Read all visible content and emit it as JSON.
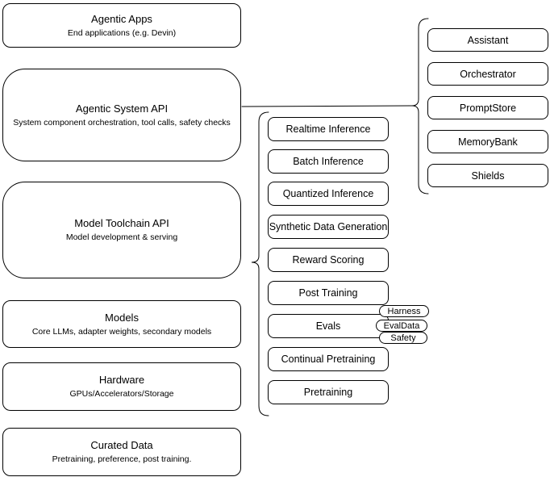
{
  "colors": {
    "stroke": "#000000",
    "fill": "#ffffff",
    "text": "#000000",
    "canvas": "#ffffff"
  },
  "left_stack": {
    "agentic_apps": {
      "title": "Agentic Apps",
      "subtitle": "End applications (e.g. Devin)"
    },
    "agentic_system_api": {
      "title": "Agentic System API",
      "subtitle": "System component orchestration, tool calls, safety checks"
    },
    "model_toolchain_api": {
      "title": "Model Toolchain API",
      "subtitle": "Model development & serving"
    },
    "models": {
      "title": "Models",
      "subtitle": "Core LLMs, adapter weights, secondary models"
    },
    "hardware": {
      "title": "Hardware",
      "subtitle": "GPUs/Accelerators/Storage"
    },
    "curated_data": {
      "title": "Curated Data",
      "subtitle": "Pretraining, preference, post training."
    }
  },
  "toolchain_components": {
    "items": [
      "Realtime Inference",
      "Batch Inference",
      "Quantized Inference",
      "Synthetic Data Generation",
      "Reward Scoring",
      "Post Training",
      "Evals",
      "Continual Pretraining",
      "Pretraining"
    ]
  },
  "evals_tags": {
    "items": [
      "Harness",
      "EvalData",
      "Safety"
    ]
  },
  "system_components": {
    "items": [
      "Assistant",
      "Orchestrator",
      "PromptStore",
      "MemoryBank",
      "Shields"
    ]
  }
}
